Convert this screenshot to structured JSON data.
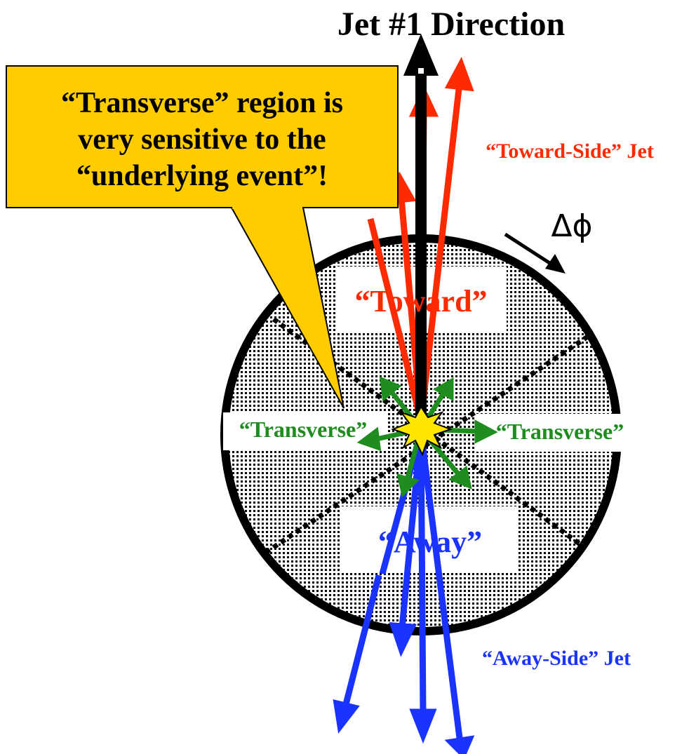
{
  "title": "Jet #1 Direction",
  "callout": {
    "lines": [
      "“Transverse” region is",
      "very sensitive to the",
      "“underlying event”!"
    ],
    "fill": "#FFCC00"
  },
  "labels": {
    "toward_side_jet": "“Toward-Side” Jet",
    "away_side_jet": "“Away-Side” Jet",
    "delta_phi": "Δϕ",
    "toward": "“Toward”",
    "away": "“Away”",
    "transverse_left": "“Transverse”",
    "transverse_right": "“Transverse”"
  },
  "colors": {
    "toward": "#FF2A00",
    "away": "#1A33FF",
    "transverse": "#1E8C1E",
    "jet_axis": "#000000",
    "collision": "#FFE600"
  }
}
